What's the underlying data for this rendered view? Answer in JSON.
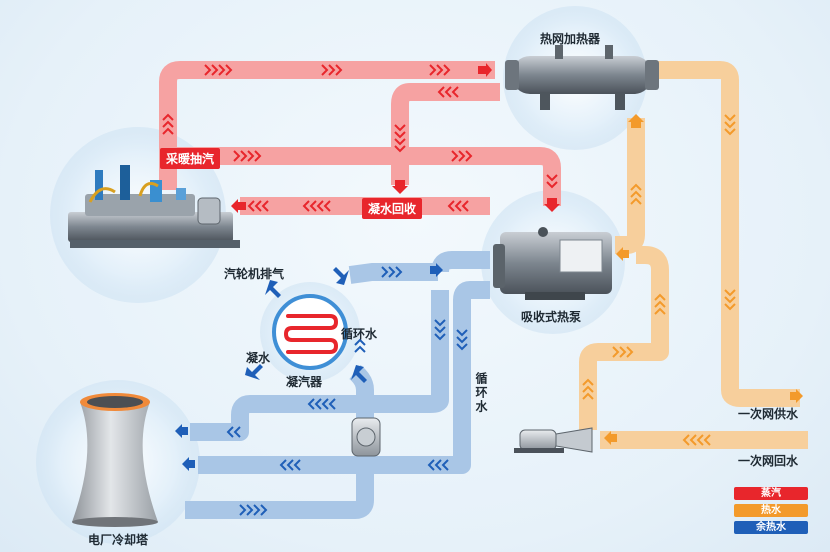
{
  "labels": {
    "heat_network_heater": "热网加热器",
    "heating_extraction": "采暖抽汽",
    "condensate_return": "凝水回收",
    "absorption_heat_pump": "吸收式热泵",
    "turbine_exhaust": "汽轮机排气",
    "circulating_water_right": "循环水",
    "condensate": "凝水",
    "condenser": "凝汽器",
    "circulating_water_vertical": "循环水",
    "primary_supply_water": "一次网供水",
    "primary_return_water": "一次网回水",
    "cooling_tower": "电厂冷却塔"
  },
  "legend": [
    {
      "label": "蒸汽",
      "color": "#e8262c"
    },
    {
      "label": "热水",
      "color": "#f39a2b"
    },
    {
      "label": "余热水",
      "color": "#1f5fb8"
    }
  ],
  "colors": {
    "steam_pipe": "#f6a2a2",
    "steam_arrow": "#e8262c",
    "hot_water_pipe": "#f7cf9c",
    "hot_water_arrow": "#f39a2b",
    "waste_water_pipe": "#a9c6e6",
    "waste_water_arrow": "#1f5fb8"
  },
  "icons": [
    "steam-turbine-icon",
    "heat-exchanger-icon",
    "heat-pump-icon",
    "condenser-coil-icon",
    "cooling-tower-icon",
    "circulation-pump-icon",
    "water-pump-icon"
  ]
}
